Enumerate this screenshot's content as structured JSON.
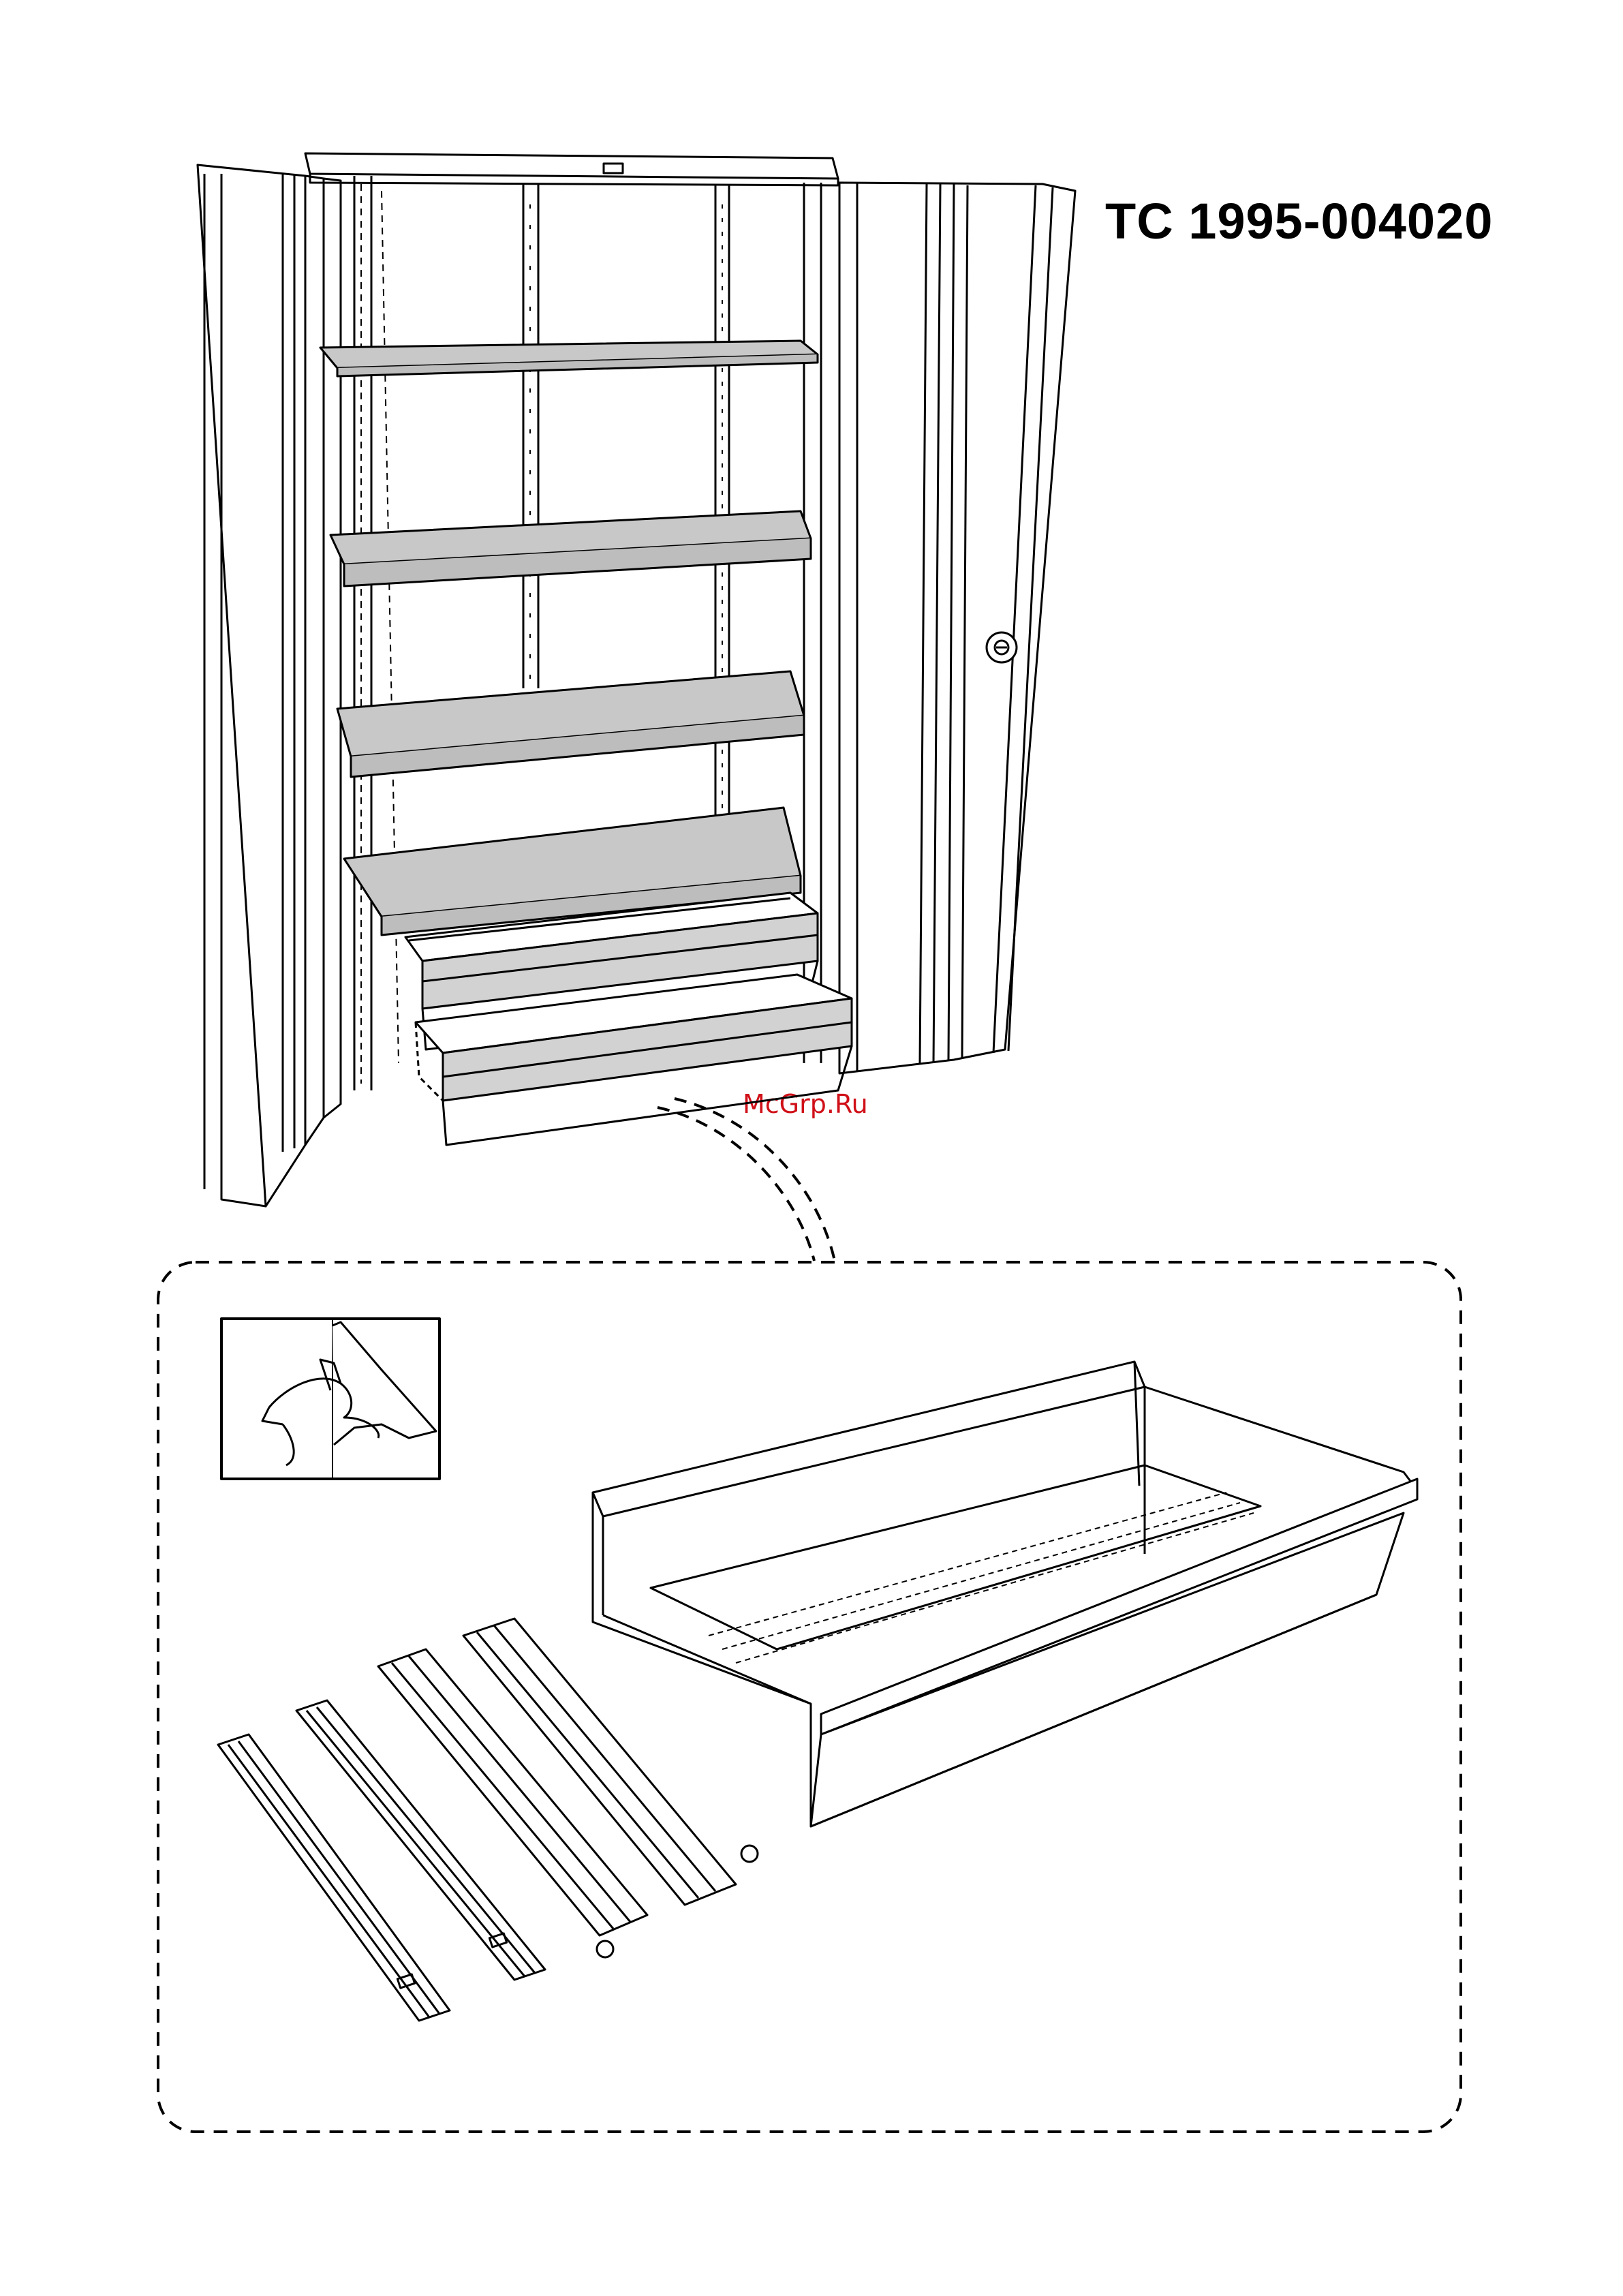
{
  "document": {
    "model_number": "TC 1995-004020",
    "watermark": "McGrp.Ru"
  },
  "illustration": {
    "cabinet": "tall-cabinet-two-doors-four-shelves-two-drawers",
    "detail": "drawer-and-telescopic-slides",
    "instruction_icon": "peel-off-protective-film-icon"
  },
  "colors": {
    "line": "#000000",
    "shelf_fill": "#c8c8c8",
    "drawer_fill": "#d2d2d2",
    "background": "#ffffff",
    "watermark": "#d01018"
  }
}
